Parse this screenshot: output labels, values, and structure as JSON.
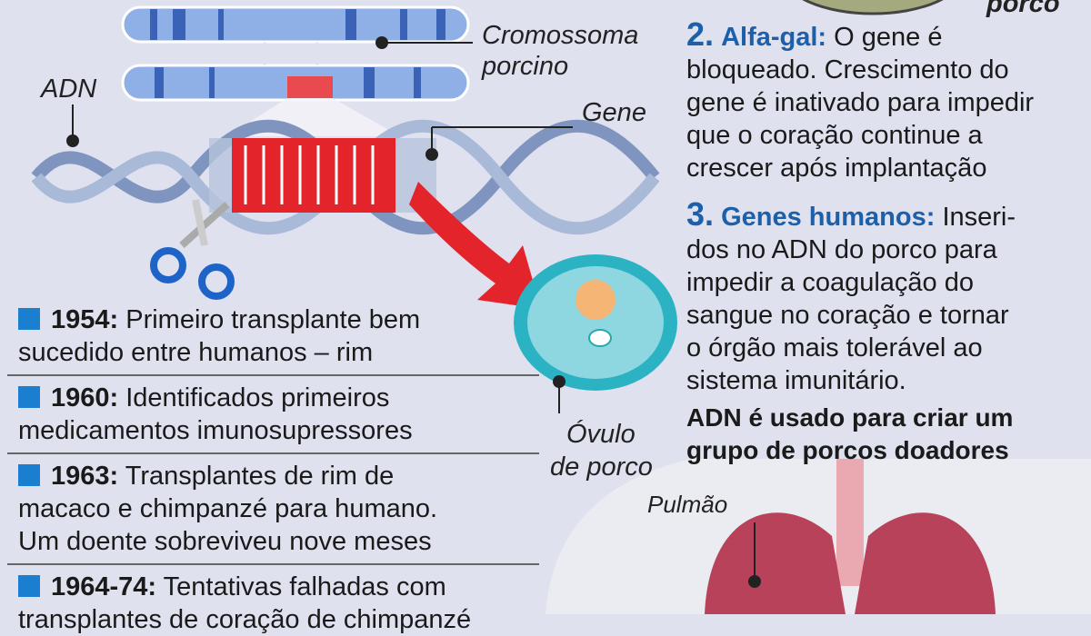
{
  "labels": {
    "chromosome": "Cromossoma porcino",
    "chromosome_l1": "Cromossoma",
    "chromosome_l2": "porcino",
    "dna": "ADN",
    "gene": "Gene",
    "egg_l1": "Óvulo",
    "egg_l2": "de porco",
    "lung": "Pulmão",
    "top_right_cut": "porco"
  },
  "timeline": [
    {
      "year": "1954:",
      "l1": "Primeiro transplante bem",
      "l2": "sucedido entre humanos – rim"
    },
    {
      "year": "1960:",
      "l1": "Identificados primeiros",
      "l2": "medicamentos imunosupressores"
    },
    {
      "year": "1963:",
      "l1": "Transplantes de rim de",
      "l2": "macaco e chimpanzé para humano.",
      "l3": "Um doente sobreviveu nove meses"
    },
    {
      "year": "1964-74:",
      "l1": "Tentativas falhadas com",
      "l2": "transplantes de coração de chimpanzé"
    }
  ],
  "steps": [
    {
      "num": "2.",
      "title": "Alfa-gal:",
      "l0": "O gene é",
      "lines": [
        "bloqueado. Crescimento do",
        "gene é inativado para impedir",
        "que o coração continue a",
        "crescer após implantação"
      ]
    },
    {
      "num": "3.",
      "title": "Genes humanos:",
      "l0": "Inseri-",
      "lines": [
        "dos no ADN do porco para",
        "impedir a coagulação do",
        "sangue no coração e tornar",
        "o órgão mais tolerável ao",
        "sistema imunitário."
      ]
    }
  ],
  "conclusion": {
    "l1": "ADN é usado para criar um",
    "l2": "grupo de porcos doadores"
  },
  "colors": {
    "accent": "#1d5fa8",
    "square": "#1b7fd0",
    "gene": "#e3242b",
    "egg": "#2bb3c4"
  }
}
